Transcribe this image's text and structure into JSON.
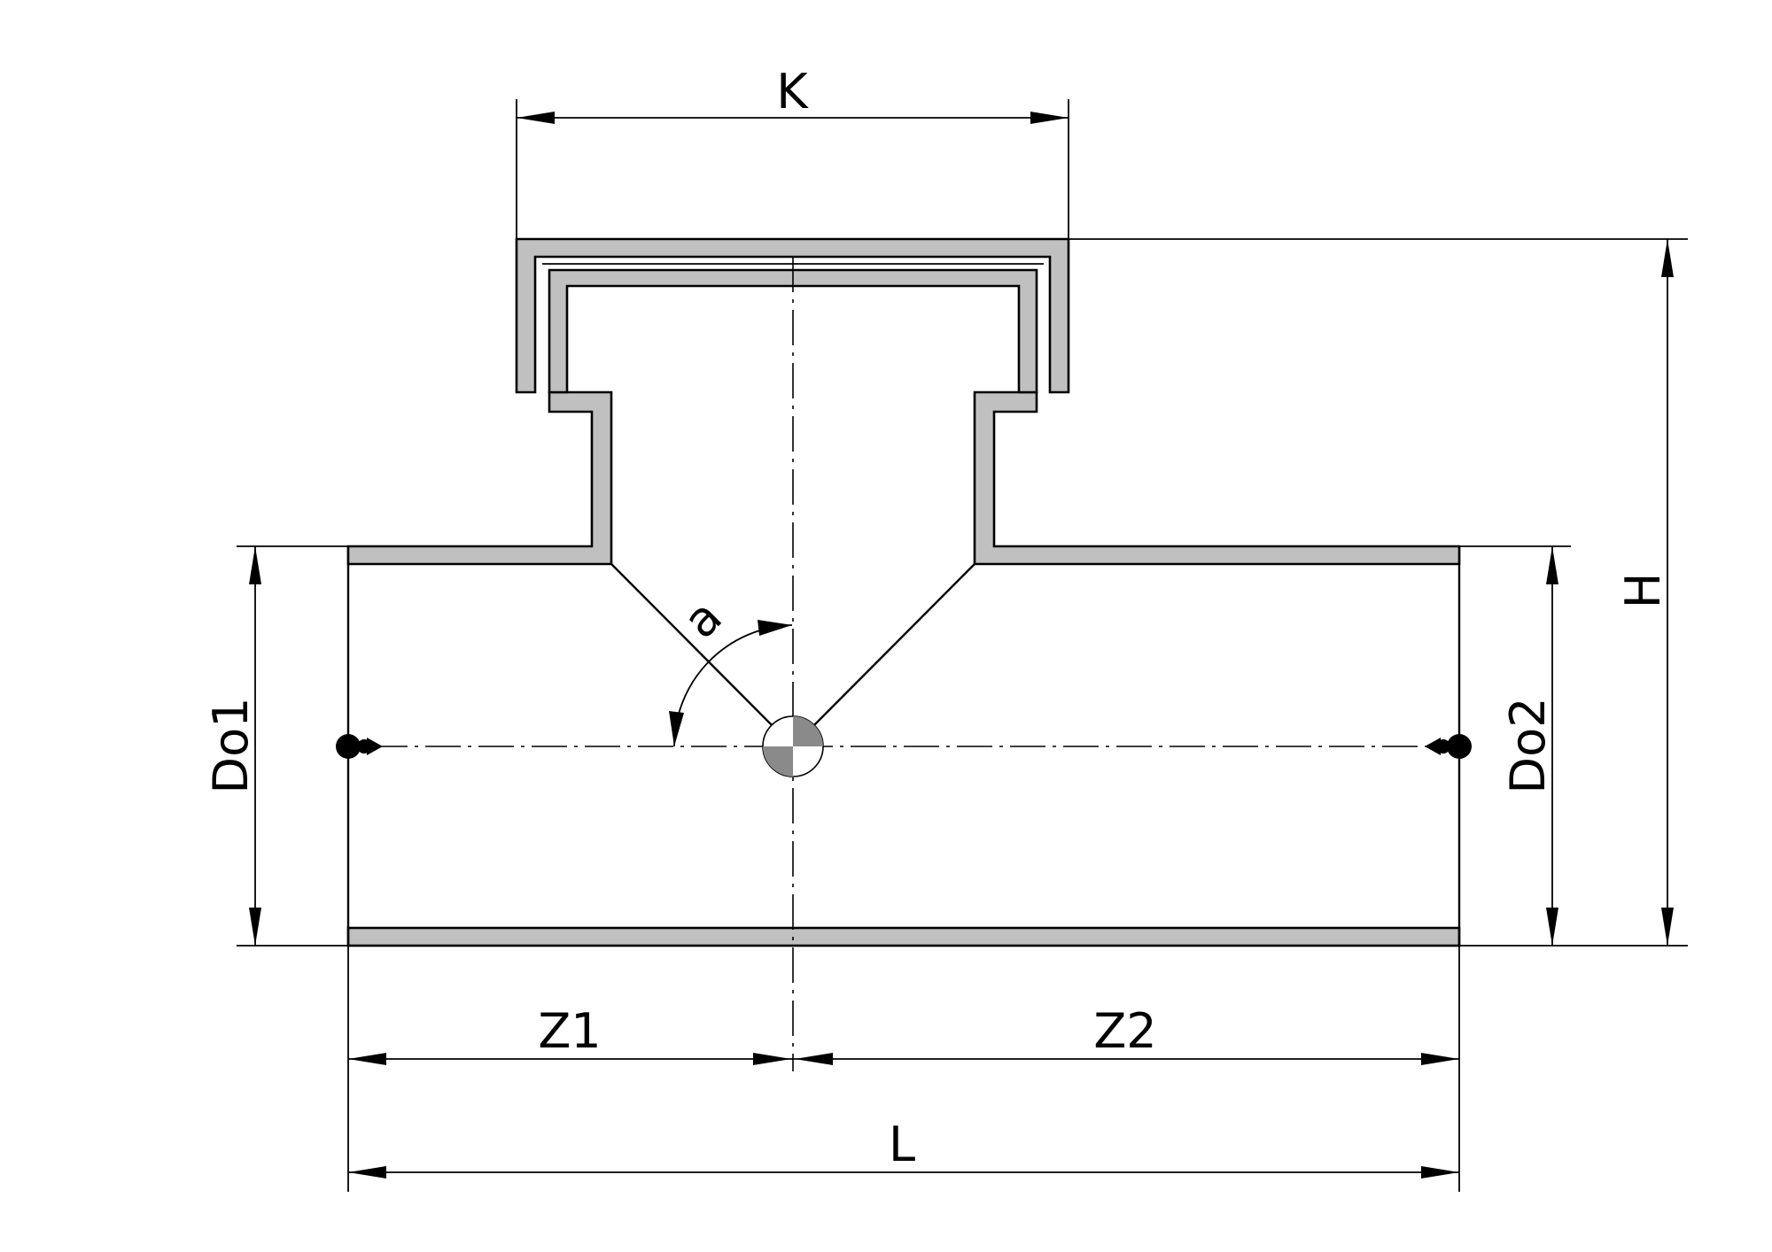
{
  "labels": {
    "K": "K",
    "H": "H",
    "Do1": "Do1",
    "Do2": "Do2",
    "Z1": "Z1",
    "Z2": "Z2",
    "L": "L",
    "a": "a"
  },
  "colors": {
    "wall_fill": "#c0c0c0",
    "line": "#000000",
    "background": "#ffffff"
  }
}
